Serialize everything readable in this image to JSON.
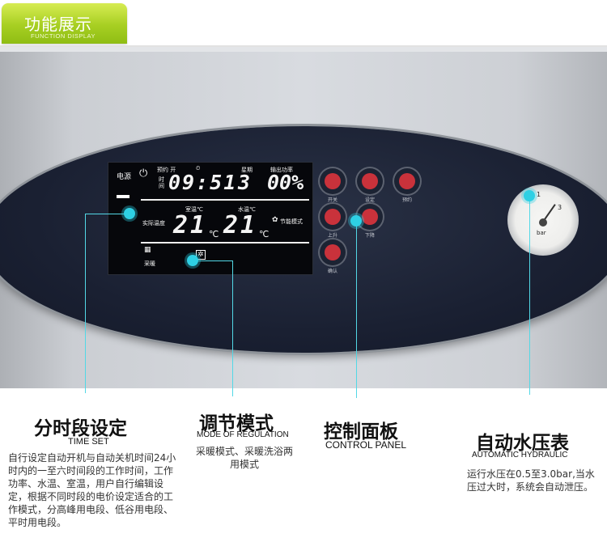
{
  "header": {
    "title": "功能展示",
    "subtitle": "FUNCTION DISPLAY",
    "accent": "#a7cf22"
  },
  "lcd": {
    "power": "电源",
    "schedule": "预约 开",
    "time_label": "时间",
    "week": "星期",
    "output": "输出功率",
    "clock": "09:51",
    "weekday": "3",
    "percent": "00%",
    "room_temp": "室温℃",
    "water_temp": "水温℃",
    "actual_temp": "实际温度",
    "room_val": "21",
    "water_val": "21",
    "unit_c": "℃",
    "eco": "节能模式",
    "heating": "采暖"
  },
  "buttons": {
    "power": "开关",
    "set": "设定",
    "timer": "预约",
    "up": "上升",
    "down": "下降",
    "confirm": "确认"
  },
  "gauge": {
    "scale_3": "3",
    "scale_1": "1",
    "unit": "bar"
  },
  "features": [
    {
      "title": "分时段设定",
      "en": "TIME SET",
      "desc": "自行设定自动开机与自动关机时间24小时内的一至六时间段的工作时间，工作功率、水温、室温，用户自行编辑设定，根据不同时段的电价设定适合的工作模式，分高峰用电段、低谷用电段、平时用电段。"
    },
    {
      "title": "调节模式",
      "en": "MODE OF REGULATION",
      "desc": "采暖模式、采暖洗浴两用模式"
    },
    {
      "title": "控制面板",
      "en": "CONTROL PANEL",
      "desc": ""
    },
    {
      "title": "自动水压表",
      "en": "AUTOMATIC HYDRAULIC",
      "desc": "运行水压在0.5至3.0bar,当水压过大时，系统会自动泄压。"
    }
  ]
}
